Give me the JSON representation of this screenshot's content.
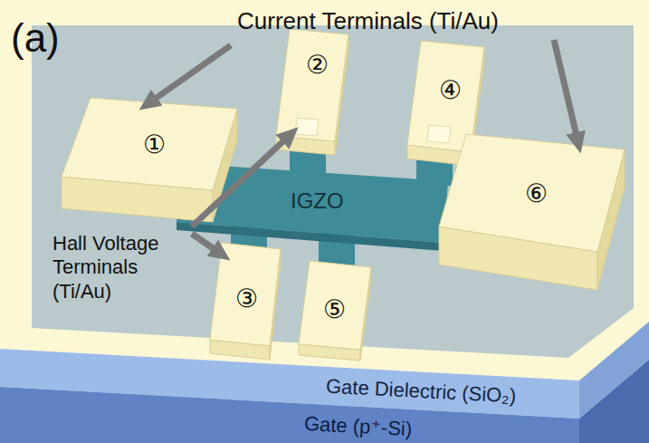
{
  "diagram": {
    "nodes": [
      {
        "text": [
          "①"
        ]
      },
      {
        "text": [
          "②"
        ]
      },
      {
        "text": [
          "③"
        ]
      },
      {
        "text": [
          "④"
        ]
      },
      {
        "text": [
          "⑤"
        ]
      },
      {
        "text": [
          "⑥"
        ]
      },
      {
        "text": [
          "IGZO"
        ]
      },
      {
        "text": [
          "Gate Dielectric (SiO₂)"
        ]
      },
      {
        "text": [
          "Gate (p⁺-Si)"
        ]
      }
    ],
    "labels": [
      "(a)",
      "Current Terminals (Ti/Au)",
      "Hall Voltage Terminals (Ti/Au)"
    ]
  }
}
